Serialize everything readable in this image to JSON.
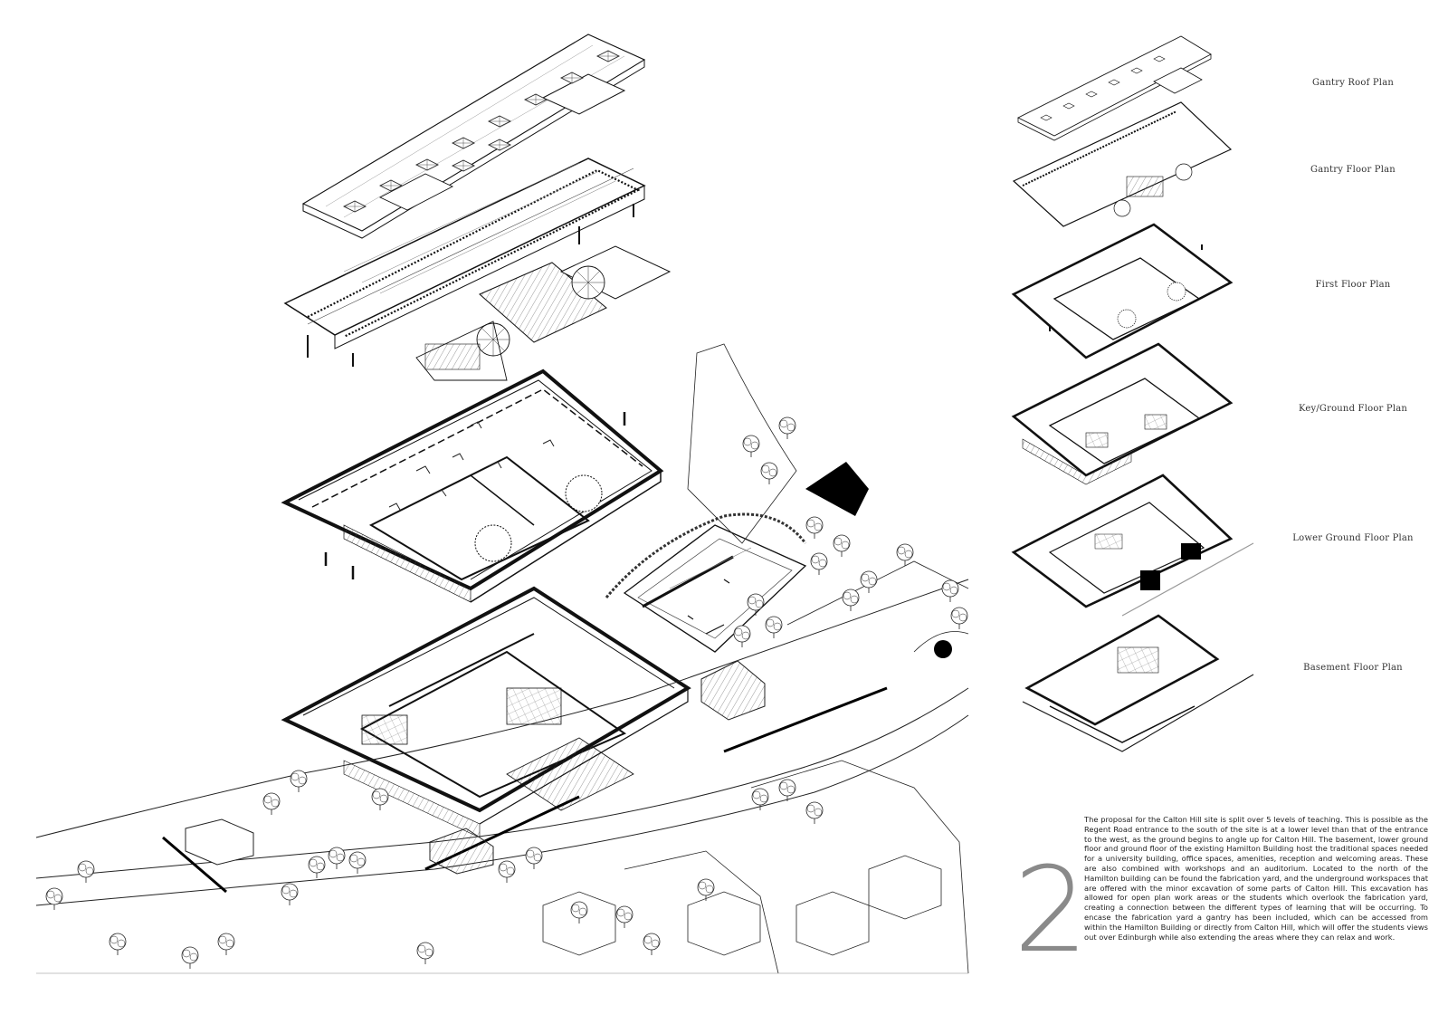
{
  "plan_labels": [
    "Gantry Roof Plan",
    "Gantry Floor Plan",
    "First Floor Plan",
    "Key/Ground Floor Plan",
    "Lower Ground Floor Plan",
    "Basement Floor Plan"
  ],
  "section_number": "2",
  "description": "The proposal for the Calton Hill site is split over 5 levels of teaching. This is possible as the Regent Road entrance to the south of the site is at a lower level than that of the entrance to the west, as the ground begins to angle up for Calton Hill. The basement, lower ground floor and ground floor of the existing Hamilton Building host the traditional spaces needed for a university building, office spaces, amenities, reception and welcoming areas. These are also combined with workshops and an auditorium. Located to the north of the Hamilton building can be found the fabrication yard, and the underground workspaces that are offered with the minor excavation of some parts of Calton Hill. This excavation has allowed for open plan work areas or the students which overlook the fabrication yard, creating a connection between the different types of learning that will be occurring. To encase the fabrication yard a gantry has been included, which can be accessed from within the Hamilton Building or directly from Calton Hill, which will offer the students views out over Edinburgh while also extending the areas where they can relax and work."
}
